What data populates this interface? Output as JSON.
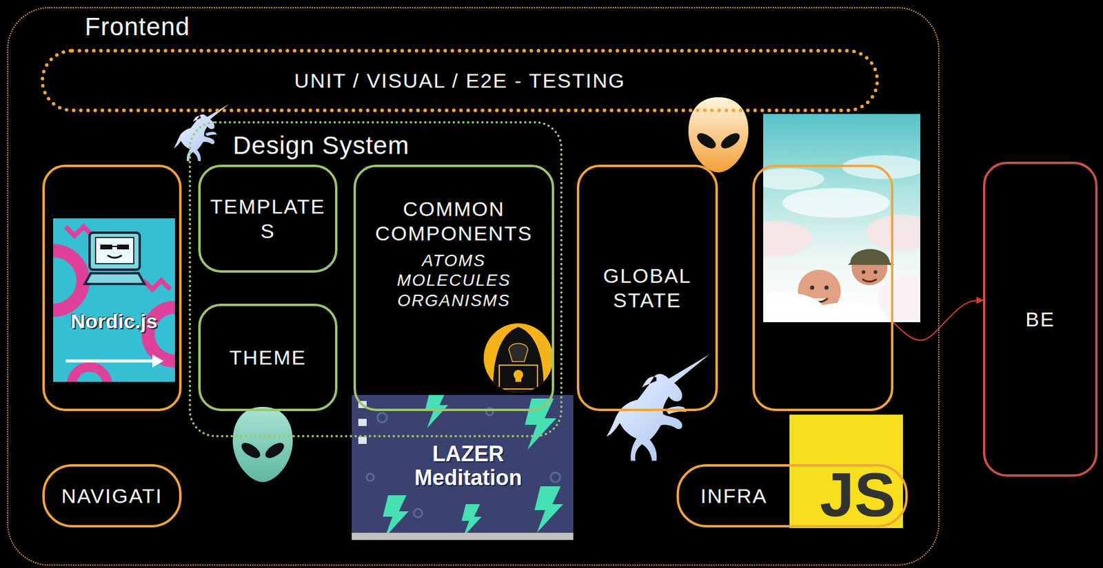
{
  "diagram": {
    "nodes": [
      {
        "text": [
          "Frontend"
        ]
      },
      {
        "text": [
          "UNIT / VISUAL / E2E - TESTING"
        ],
        "in": 0
      },
      {
        "text": [],
        "in": 0
      },
      {
        "text": [
          "Design System"
        ],
        "in": 0
      },
      {
        "text": [
          "TEMPLATES"
        ],
        "in": 3
      },
      {
        "text": [
          "THEME"
        ],
        "in": 3
      },
      {
        "text": [
          "COMMON COMPONENTS",
          "ATOMS MOLECULES ORGANISMS"
        ],
        "in": 3
      },
      {
        "text": [
          "GLOBAL STATE"
        ],
        "in": 0
      },
      {
        "text": [],
        "in": 0
      },
      {
        "text": [
          "NAVIGATI"
        ],
        "in": 0
      },
      {
        "text": [
          "INFRA"
        ],
        "in": 0
      },
      {
        "text": [
          "BE"
        ]
      }
    ],
    "edges": [
      {
        "from": 8,
        "to": 11,
        "arrow": "to"
      }
    ],
    "labels": [
      "Nordic.js",
      "LAZER Meditation",
      "JS"
    ]
  }
}
